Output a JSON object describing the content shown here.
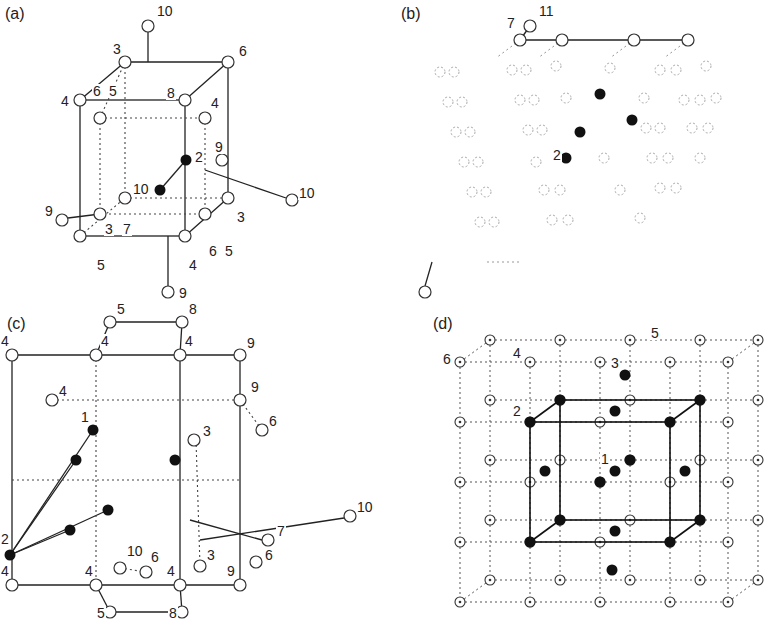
{
  "diagram": {
    "labels": [
      "(a)",
      "10",
      "3",
      "6",
      "6",
      "5",
      "8",
      "4",
      "4",
      "2",
      "9",
      "10",
      "9",
      "10",
      "3",
      "3",
      "7",
      "6",
      "5",
      "5",
      "4",
      "9",
      "(b)",
      "7",
      "11",
      "2",
      "(c)",
      "5",
      "8",
      "4",
      "4",
      "4",
      "9",
      "4",
      "9",
      "6",
      "1",
      "3",
      "10",
      "2",
      "7",
      "6",
      "10",
      "6",
      "3",
      "4",
      "4",
      "4",
      "9",
      "5",
      "8",
      "(d)",
      "5",
      "4",
      "6",
      "3",
      "2",
      "1"
    ]
  }
}
